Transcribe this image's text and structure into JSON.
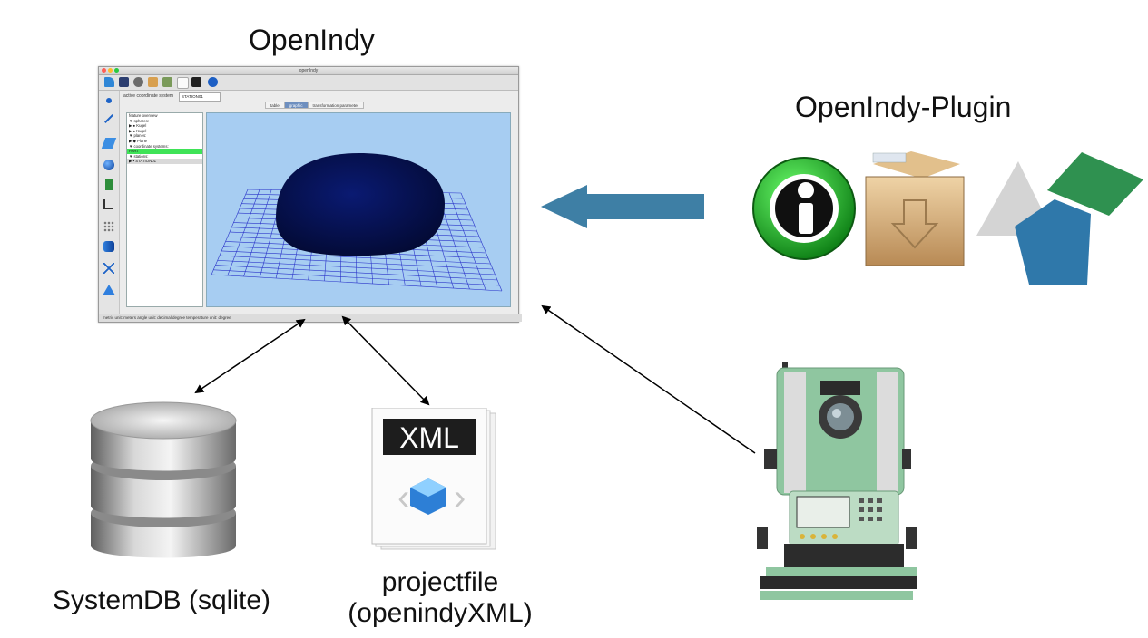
{
  "labels": {
    "openindy_title": "OpenIndy",
    "plugin_title": "OpenIndy-Plugin",
    "systemdb_caption": "SystemDB (sqlite)",
    "projectfile_line1": "projectfile",
    "projectfile_line2": "(openindyXML)",
    "xml_badge": "XML"
  },
  "app": {
    "window_title": "openIndy",
    "active_cs_label": "active coordinate system",
    "active_cs_value": "STATION01",
    "tabs": [
      {
        "label": "table",
        "active": false
      },
      {
        "label": "graphic",
        "active": true
      },
      {
        "label": "transformation parameter",
        "active": false
      }
    ],
    "tree": [
      {
        "text": "feature overview",
        "style": "normal"
      },
      {
        "text": "▼ spheres:",
        "style": "normal"
      },
      {
        "text": "   ▶ ● Kugel",
        "style": "normal"
      },
      {
        "text": "   ▶ ● Kugel",
        "style": "normal"
      },
      {
        "text": "▼ planes:",
        "style": "normal"
      },
      {
        "text": "   ▶ ◆ Plane",
        "style": "normal"
      },
      {
        "text": "▼ coordinate systems:",
        "style": "normal"
      },
      {
        "text": "      PART",
        "style": "sel"
      },
      {
        "text": "▼ stations:",
        "style": "normal"
      },
      {
        "text": "   ▶ ▪ STATION01",
        "style": "sel2"
      }
    ],
    "status": "metric unit: meters    angle unit: decimal degree    temperature unit: degree"
  },
  "icons": {
    "plugin_info": "info-icon",
    "plugin_box": "package-box-icon",
    "plugin_shapes": "geometric-shapes-icon",
    "database": "database-icon",
    "xml_file": "xml-file-icon",
    "instrument": "total-station-icon"
  },
  "colors": {
    "plugin_arrow": "#3e7fa5",
    "view_background": "#a7cdf2",
    "sphere": "#06104a",
    "grid": "#2a34c9"
  }
}
